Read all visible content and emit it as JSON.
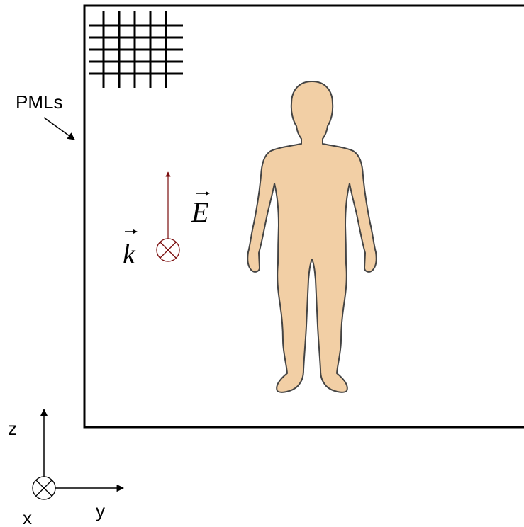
{
  "labels": {
    "pml": "PMLs",
    "field_e": "E",
    "wave_k": "k",
    "axis_z": "z",
    "axis_y": "y",
    "axis_x": "x"
  },
  "colors": {
    "line": "#000000",
    "source": "#7a0c0c",
    "body_fill": "#f2cfa5",
    "body_outline": "#444444"
  },
  "symbols": {
    "into_page": "cross-circle-icon",
    "vector_arrow": "vector-arrow-icon"
  }
}
